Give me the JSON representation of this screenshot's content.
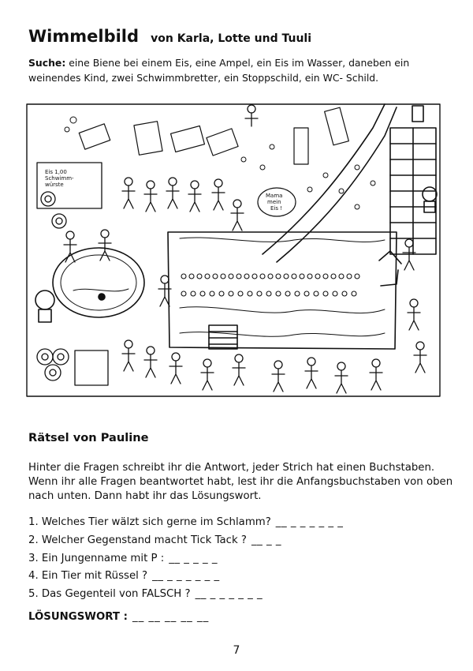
{
  "header": {
    "title": "Wimmelbild",
    "subtitle": "von Karla, Lotte und Tuuli"
  },
  "search": {
    "label": "Suche:",
    "text": " eine Biene bei einem Eis, eine Ampel, ein Eis im Wasser, daneben ein weinendes Kind, zwei Schwimmbretter, ein Stoppschild, ein WC- Schild."
  },
  "picture": {
    "sign_lines": [
      "Eis 1,00",
      "Schwimm-",
      "würste"
    ],
    "speech_lines": [
      "Mama",
      "mein",
      "Eis !"
    ]
  },
  "riddle": {
    "title": "Rätsel von Pauline",
    "intro": "Hinter die Fragen schreibt ihr die Antwort, jeder Strich hat einen Buchstaben. Wenn ihr alle Fragen beantwortet habt, lest ihr die Anfangsbuchstaben von oben nach unten. Dann habt ihr das Lösungswort.",
    "questions": [
      {
        "text": "1. Welches Tier wälzt sich gerne im Schlamm?",
        "blanks": "__ _ _ _ _ _ _"
      },
      {
        "text": "2. Welcher Gegenstand macht Tick Tack ?",
        "blanks": "__ _ _"
      },
      {
        "text": "3. Ein Jungenname mit P :",
        "blanks": "__ _ _ _ _"
      },
      {
        "text": "4. Ein Tier mit Rüssel ?",
        "blanks": "__ _ _ _ _ _ _"
      },
      {
        "text": "5. Das Gegenteil von  FALSCH ?",
        "blanks": "__ _ _ _ _ _ _"
      }
    ],
    "answer_label": "LÖSUNGSWORT :",
    "answer_blanks": "__ __ __ __ __"
  },
  "footer": {
    "page_number": "7"
  }
}
